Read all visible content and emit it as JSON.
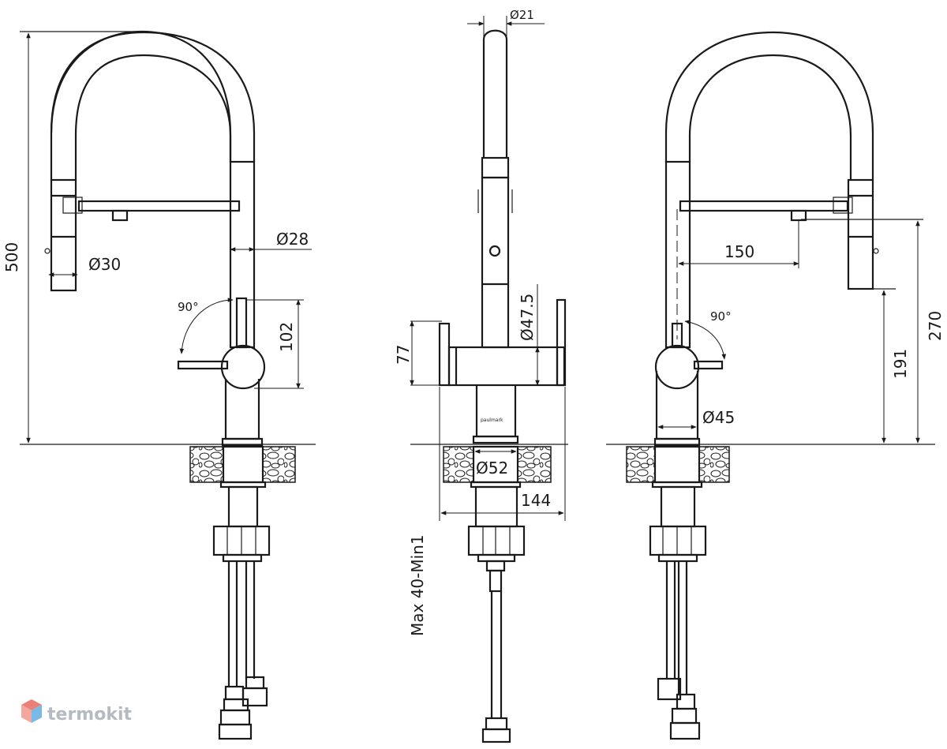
{
  "dimensions": {
    "d21": "Ø21",
    "d28": "Ø28",
    "d30": "Ø30",
    "d45": "Ø45",
    "d47": "Ø47.5",
    "d52": "Ø52",
    "h500": "500",
    "h102": "102",
    "h77": "77",
    "w144": "144",
    "w150": "150",
    "h191": "191",
    "h270": "270",
    "angle_left": "90°",
    "angle_right": "90°",
    "counter": "Max 40-Min1"
  },
  "brand_mark": "paulmark",
  "watermark": {
    "text": "termokit",
    "colors": [
      "#e2574c",
      "#4aa3df",
      "#9aa3ad"
    ]
  }
}
